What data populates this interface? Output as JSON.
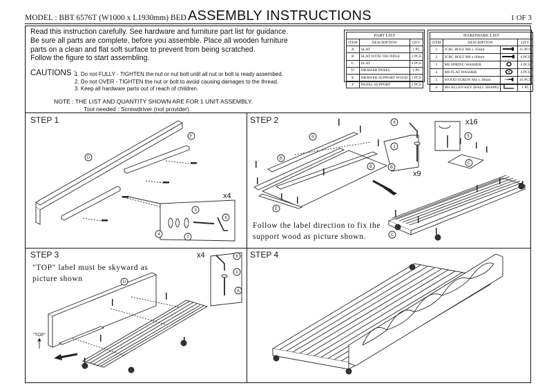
{
  "header": {
    "model": "MODEL : BBT 6576T (W1000 x L1930mm) BED",
    "title": "ASSEMBLY INSTRUCTIONS",
    "page": "1 OF 3"
  },
  "intro": [
    "Read this instruction carefully. See hardware and furniture part list for guidance.",
    "Be sure all parts are complete, before you assemble. Place all wooden furniture",
    "parts on a clean and flat soft surface to prevent from being scratched.",
    "Follow the figure to start assembling."
  ],
  "cautions": {
    "label": "CAUTIONS :",
    "items": [
      "1. Do not FULLY - TIGHTEN the nut or nut bolt until all nut or bolt is ready assembed.",
      "2. Do not OVER - TIGHTEN the nut or bolt to avoid causing damages to the thread.",
      "3. Keep all hardware parts out of reach of children."
    ]
  },
  "note": {
    "line1": "NOTE : THE LIST AND QUANTITY SHOWN ARE FOR 1 UNIT ASSEMBLY.",
    "line2": "Tool needed : Screwdriver (not provider)."
  },
  "part_list": {
    "title": "PART LIST",
    "headers": [
      "ITEM",
      "DESCRIPTION",
      "QTY"
    ],
    "rows": [
      [
        "A",
        "SLAT",
        "1 PC"
      ],
      [
        "B",
        "SLAT WITH TRUNDLE",
        "2 PCS"
      ],
      [
        "C",
        "SLAT",
        "4 PCS"
      ],
      [
        "D",
        "DRAWER PANEL",
        "1 PC"
      ],
      [
        "E",
        "DRAWER SUPPORT WOOD",
        "3 PCS"
      ],
      [
        "F",
        "PANEL SUPPORT",
        "2 PCS"
      ]
    ]
  },
  "hardware_list": {
    "title": "HARDWARE LIST",
    "headers": [
      "ITEM",
      "DESCRIPTION",
      "QTY"
    ],
    "rows": [
      [
        "1",
        "JCBC BOLT M6 x 35mm",
        "15 PCS",
        "bolt-icon"
      ],
      [
        "2",
        "JCBC BOLT M6 x 60mm",
        "4 PCS",
        "long-bolt-icon"
      ],
      [
        "3",
        "M6 SPRING WASHER",
        "4 PCS",
        "spring-washer-icon"
      ],
      [
        "4",
        "M6 FLAT WASHER",
        "4 PCS",
        "flat-washer-icon"
      ],
      [
        "5",
        "WOOD SCREW M4 x 38mm",
        "16 PCS",
        "wood-screw-icon"
      ],
      [
        "6",
        "M4 ALLEN KEY (BALL SHAPE)",
        "1 PC",
        "allen-key-icon"
      ]
    ]
  },
  "steps": {
    "s1": {
      "title": "STEP 1",
      "count": "x4",
      "callouts": [
        "D",
        "F",
        "3",
        "6",
        "4",
        "2"
      ]
    },
    "s2": {
      "title": "STEP 2",
      "count_top": "x16",
      "count_mid": "x9",
      "note_l1": "Follow the label direction to fix the",
      "note_l2": "support wood as picture shown.",
      "callouts": [
        "A",
        "B",
        "B",
        "E",
        "6",
        "1",
        "B",
        "5",
        "C",
        "C"
      ]
    },
    "s3": {
      "title": "STEP 3",
      "count": "x4",
      "note_l1": "\"TOP\" label must be skyward as",
      "note_l2": "picture shown",
      "top_label": "\"TOP\"",
      "callouts": [
        "D",
        "6",
        "1",
        "A"
      ]
    },
    "s4": {
      "title": "STEP 4"
    }
  }
}
